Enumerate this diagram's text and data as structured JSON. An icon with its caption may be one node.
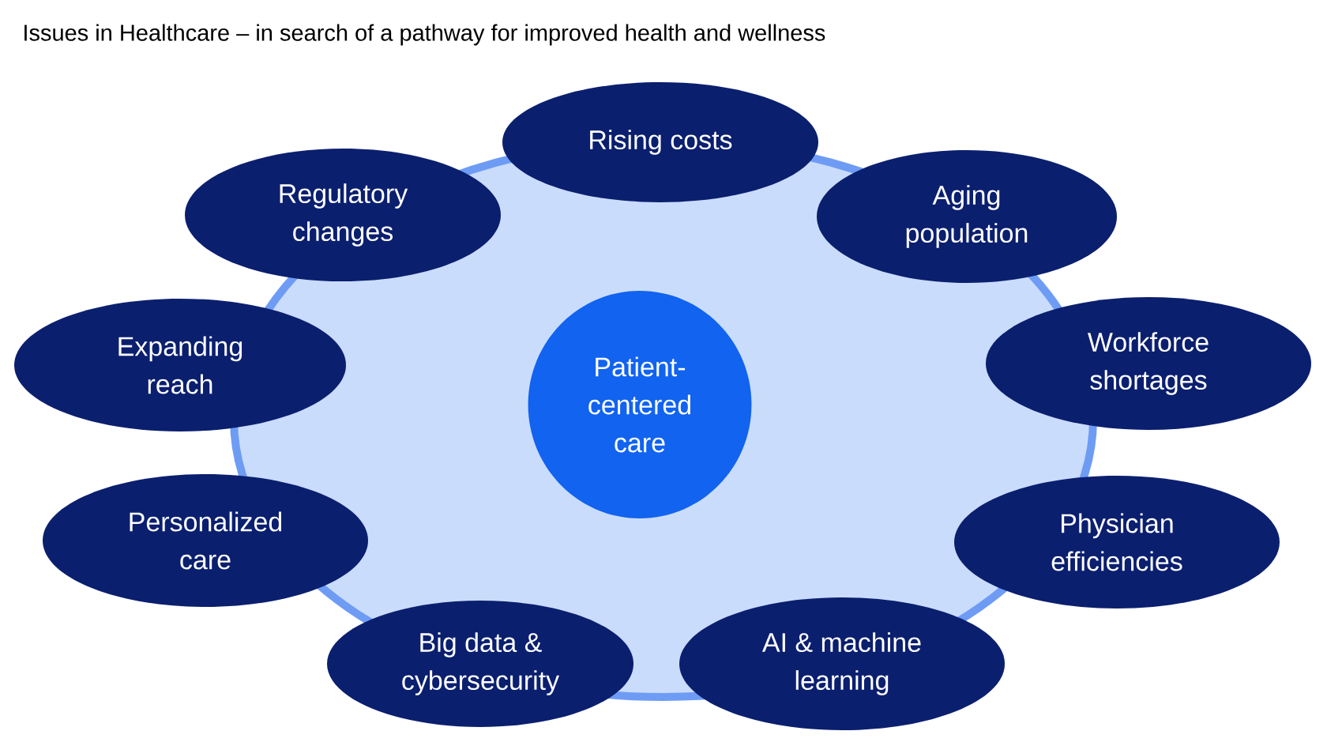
{
  "diagram": {
    "title": "Issues in Healthcare – in search of a pathway for improved health and wellness",
    "nodes": [
      {
        "text": [
          "Rising costs"
        ]
      },
      {
        "text": [
          "Regulatory changes"
        ]
      },
      {
        "text": [
          "Aging population"
        ]
      },
      {
        "text": [
          "Expanding reach"
        ]
      },
      {
        "text": [
          "Patient- centered care"
        ]
      },
      {
        "text": [
          "Workforce shortages"
        ]
      },
      {
        "text": [
          "Personalized care"
        ]
      },
      {
        "text": [
          "Physician efficiencies"
        ]
      },
      {
        "text": [
          "Big data & cybersecurity"
        ]
      },
      {
        "text": [
          "AI & machine learning"
        ]
      }
    ],
    "edges": []
  }
}
